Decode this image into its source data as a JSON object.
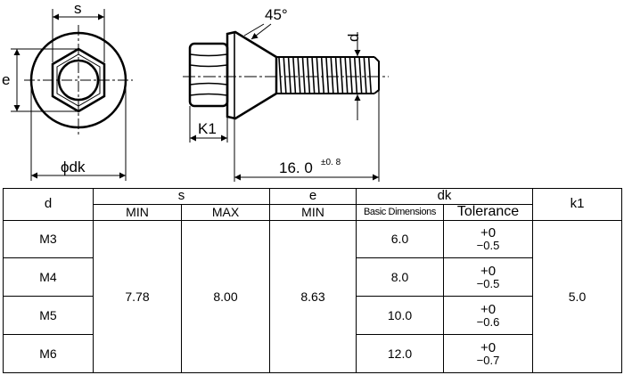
{
  "drawing": {
    "label_s": "s",
    "label_e": "e",
    "label_dk": "ϕdk",
    "label_angle": "45°",
    "label_d": "d",
    "label_k1": "K1",
    "label_length": "16. 0",
    "label_length_tol": "±0. 8"
  },
  "table": {
    "header": {
      "d": "d",
      "s": "s",
      "e": "e",
      "dk": "dk",
      "k1": "k1",
      "s_min": "MIN",
      "s_max": "MAX",
      "e_min": "MIN",
      "dk_basic": "Basic Dimensions",
      "dk_tol": "Tolerance"
    },
    "s_min": "7.78",
    "s_max": "8.00",
    "e_min": "8.63",
    "k1": "5.0",
    "rows": [
      {
        "d": "M3",
        "dk": "6.0",
        "tol_plus": "+0",
        "tol_minus": "−0.5"
      },
      {
        "d": "M4",
        "dk": "8.0",
        "tol_plus": "+0",
        "tol_minus": "−0.5"
      },
      {
        "d": "M5",
        "dk": "10.0",
        "tol_plus": "+0",
        "tol_minus": "−0.6"
      },
      {
        "d": "M6",
        "dk": "12.0",
        "tol_plus": "+0",
        "tol_minus": "−0.7"
      }
    ]
  }
}
